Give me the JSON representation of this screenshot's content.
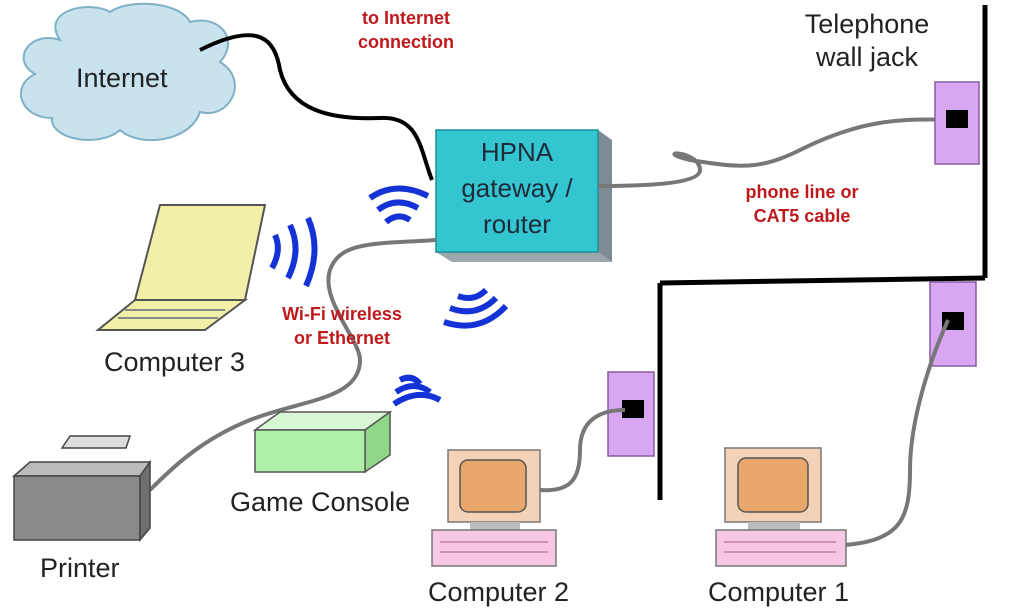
{
  "labels": {
    "internet": "Internet",
    "internet_connection": [
      "to Internet",
      "connection"
    ],
    "router": [
      "HPNA",
      "gateway /",
      "router"
    ],
    "wall_jack": [
      "Telephone",
      "wall jack"
    ],
    "phone_line": [
      "phone line or",
      "CAT5 cable"
    ],
    "wifi": [
      "Wi-Fi wireless",
      "or Ethernet"
    ],
    "computer3": "Computer 3",
    "game_console": "Game Console",
    "printer": "Printer",
    "computer2": "Computer 2",
    "computer1": "Computer 1"
  },
  "colors": {
    "router": "#33c6d1",
    "cloud": "#c9e3ee",
    "jack": "#d9a6f2",
    "console": "#aef0a8",
    "laptop": "#f2f0a8",
    "wave": "#1433d6",
    "label_red": "#c0191c",
    "monitor": "#e9a76b",
    "keyboard": "#f6c8e6"
  }
}
